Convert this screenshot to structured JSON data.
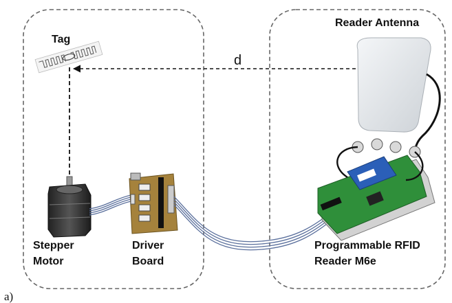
{
  "labels": {
    "tag": "Tag",
    "reader_antenna": "Reader Antenna",
    "distance": "d",
    "stepper_line1": "Stepper",
    "stepper_line2": "Motor",
    "driver_line1": "Driver",
    "driver_line2": "Board",
    "reader_line1": "Programmable RFID",
    "reader_line2": "Reader M6e",
    "panel": "a)"
  },
  "colors": {
    "region_border": "#666666",
    "pcb_green": "#2f8f3a",
    "driver_board": "#a5823c",
    "antenna_body": "#e7eaed",
    "motor_body": "#333333",
    "ribbon_cable": "#5a6f9c"
  }
}
